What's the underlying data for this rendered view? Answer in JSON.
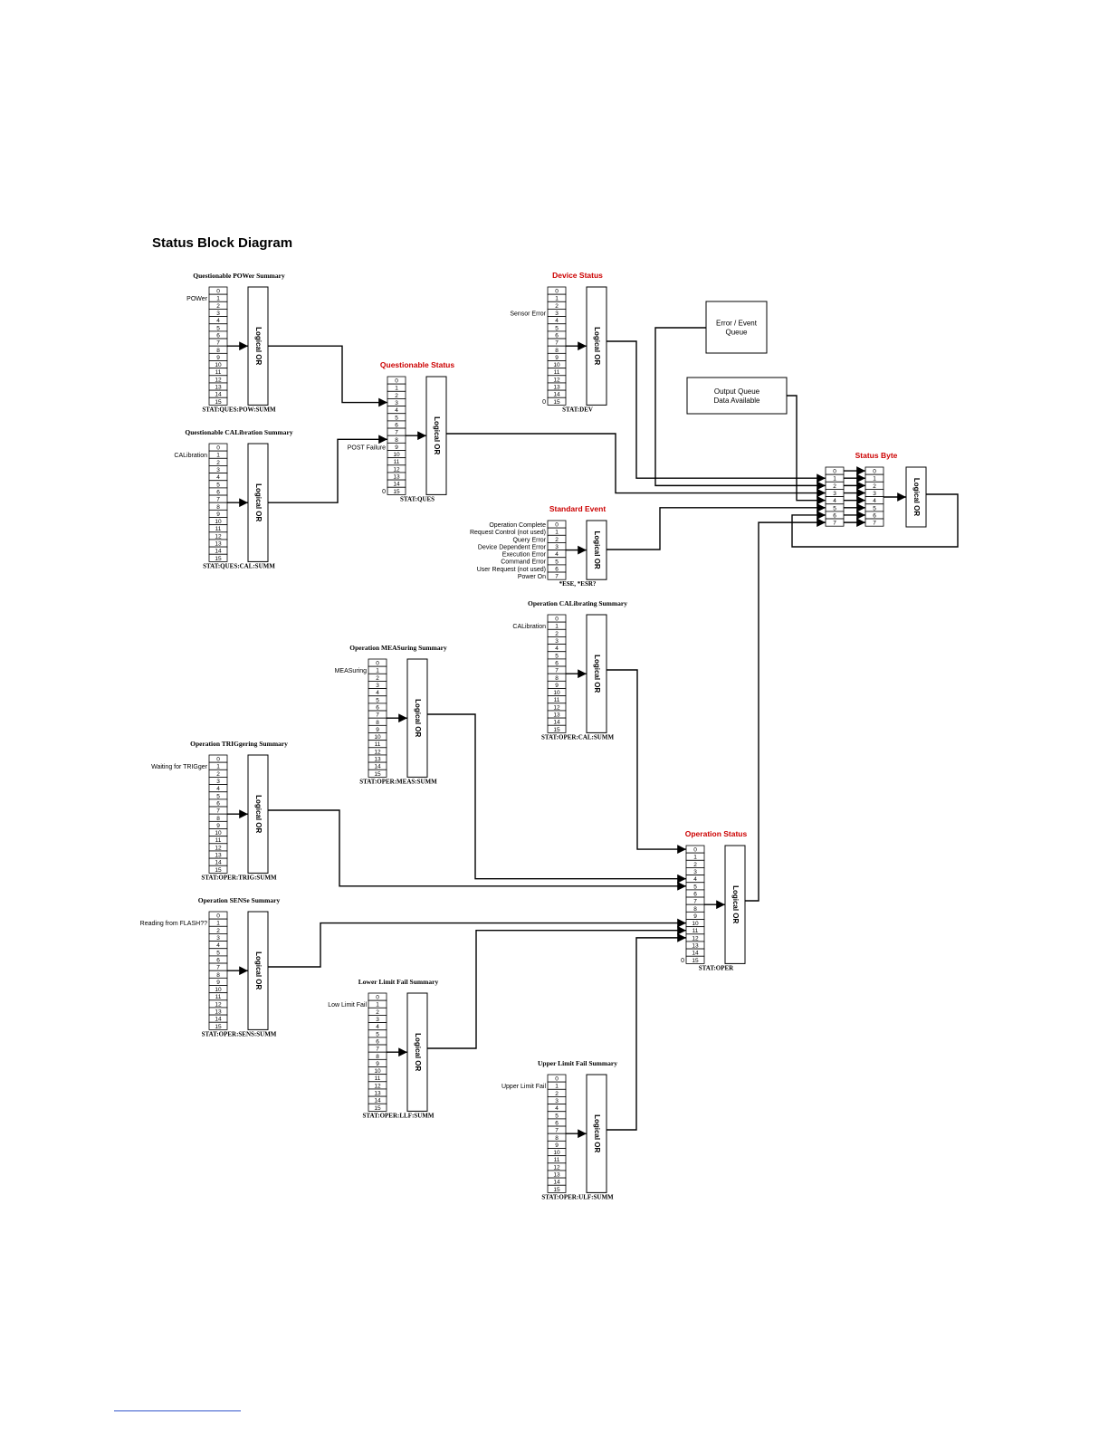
{
  "title": "Status Block Diagram",
  "logical_or_label": "Logical OR",
  "colors": {
    "accent_red": "#cc0000",
    "line": "#000000"
  },
  "blocks": [
    {
      "id": "ques-pow",
      "title": "Questionable POWer Summary",
      "red": false,
      "bits": 16,
      "labels": [
        {
          "bit": 1,
          "text": "POWer"
        }
      ],
      "caption": "STAT:QUES:POW:SUMM"
    },
    {
      "id": "ques-cal",
      "title": "Questionable CALibration Summary",
      "red": false,
      "bits": 16,
      "labels": [
        {
          "bit": 1,
          "text": "CALibration"
        }
      ],
      "caption": "STAT:QUES:CAL:SUMM"
    },
    {
      "id": "ques",
      "title": "Questionable Status",
      "red": true,
      "bits": 16,
      "labels": [
        {
          "bit": 9,
          "text": "POST Failure"
        },
        {
          "bit": 15,
          "text": "0"
        }
      ],
      "caption": "STAT:QUES"
    },
    {
      "id": "dev",
      "title": "Device Status",
      "red": true,
      "bits": 16,
      "labels": [
        {
          "bit": 3,
          "text": "Sensor Error"
        },
        {
          "bit": 15,
          "text": "0"
        }
      ],
      "caption": "STAT:DEV"
    },
    {
      "id": "esr",
      "title": "Standard Event",
      "red": true,
      "bits": 8,
      "labels": [
        {
          "bit": 0,
          "text": "Operation Complete"
        },
        {
          "bit": 1,
          "text": "Request Control (not used)"
        },
        {
          "bit": 2,
          "text": "Query Error"
        },
        {
          "bit": 3,
          "text": "Device Dependent Error"
        },
        {
          "bit": 4,
          "text": "Execution Error"
        },
        {
          "bit": 5,
          "text": "Command Error"
        },
        {
          "bit": 6,
          "text": "User Request (not used)"
        },
        {
          "bit": 7,
          "text": "Power On"
        }
      ],
      "caption": "*ESE, *ESR?"
    },
    {
      "id": "oper-cal",
      "title": "Operation CALibrating Summary",
      "red": false,
      "bits": 16,
      "labels": [
        {
          "bit": 1,
          "text": "CALibration"
        }
      ],
      "caption": "STAT:OPER:CAL:SUMM"
    },
    {
      "id": "oper-meas",
      "title": "Operation MEASuring Summary",
      "red": false,
      "bits": 16,
      "labels": [
        {
          "bit": 1,
          "text": "MEASuring"
        }
      ],
      "caption": "STAT:OPER:MEAS:SUMM"
    },
    {
      "id": "oper-trig",
      "title": "Operation TRIGgering Summary",
      "red": false,
      "bits": 16,
      "labels": [
        {
          "bit": 1,
          "text": "Waiting for TRIGger"
        }
      ],
      "caption": "STAT:OPER:TRIG:SUMM"
    },
    {
      "id": "oper-sens",
      "title": "Operation SENSe Summary",
      "red": false,
      "bits": 16,
      "labels": [
        {
          "bit": 1,
          "text": "Reading from FLASH??"
        }
      ],
      "caption": "STAT:OPER:SENS:SUMM"
    },
    {
      "id": "oper-llf",
      "title": "Lower Limit Fail Summary",
      "red": false,
      "bits": 16,
      "labels": [
        {
          "bit": 1,
          "text": "Low Limit Fail"
        }
      ],
      "caption": "STAT:OPER:LLF:SUMM"
    },
    {
      "id": "oper-ulf",
      "title": "Upper Limit Fail Summary",
      "red": false,
      "bits": 16,
      "labels": [
        {
          "bit": 1,
          "text": "Upper Limit Fail"
        }
      ],
      "caption": "STAT:OPER:ULF:SUMM"
    },
    {
      "id": "oper",
      "title": "Operation Status",
      "red": true,
      "bits": 16,
      "labels": [
        {
          "bit": 15,
          "text": "0"
        }
      ],
      "caption": "STAT:OPER"
    },
    {
      "id": "stb",
      "title": "Status Byte",
      "red": true,
      "bits": 8,
      "labels": [],
      "caption": ""
    }
  ],
  "boxes": [
    {
      "id": "error-queue",
      "lines": [
        "Error / Event",
        "Queue"
      ]
    },
    {
      "id": "output-queue",
      "lines": [
        "Output Queue",
        "Data Available"
      ]
    }
  ]
}
